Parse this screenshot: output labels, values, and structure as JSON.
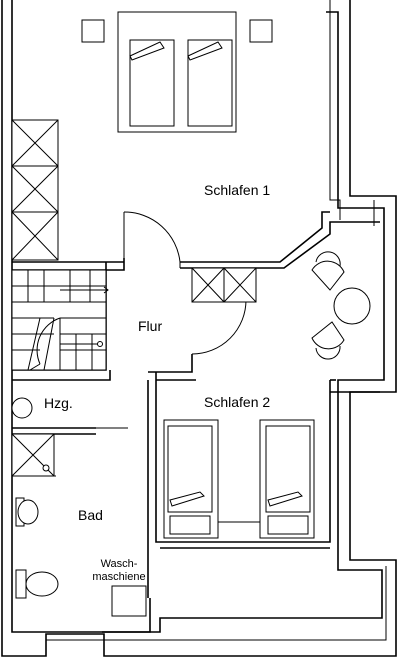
{
  "rooms": {
    "schlafen1": "Schlafen 1",
    "flur": "Flur",
    "hzg": "Hzg.",
    "schlafen2": "Schlafen 2",
    "bad": "Bad",
    "wasch_line1": "Wasch-",
    "wasch_line2": "maschiene"
  },
  "colors": {
    "line": "#000000",
    "background": "#ffffff"
  }
}
